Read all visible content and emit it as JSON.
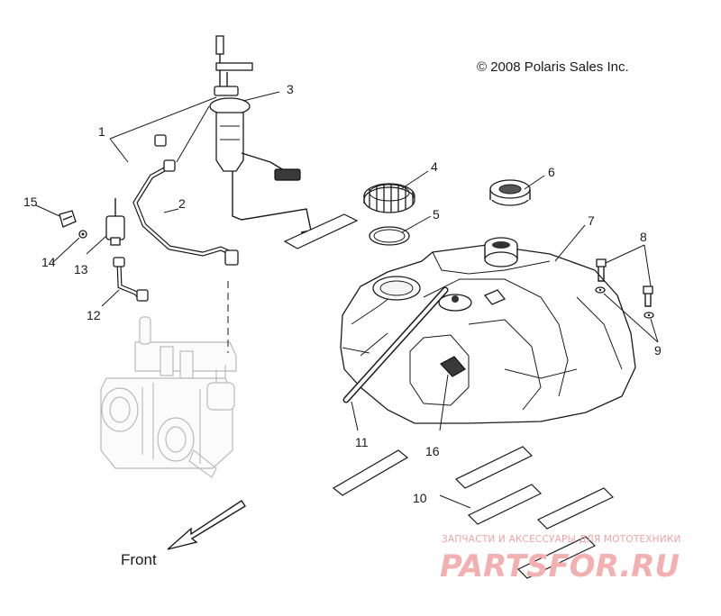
{
  "copyright": "© 2008 Polaris Sales Inc.",
  "front_label": "Front",
  "callouts": {
    "c1": "1",
    "c2": "2",
    "c3": "3",
    "c4": "4",
    "c5": "5",
    "c6": "6",
    "c7": "7",
    "c8": "8",
    "c9": "9",
    "c10": "10",
    "c11": "11",
    "c12": "12",
    "c13": "13",
    "c14": "14",
    "c15": "15",
    "c16": "16"
  },
  "watermark": {
    "tagline": "ЗАПЧАСТИ И АКСЕССУАРЫ ДЛЯ МОТОТЕХНИКИ",
    "logo": "PARTSFOR.RU"
  }
}
